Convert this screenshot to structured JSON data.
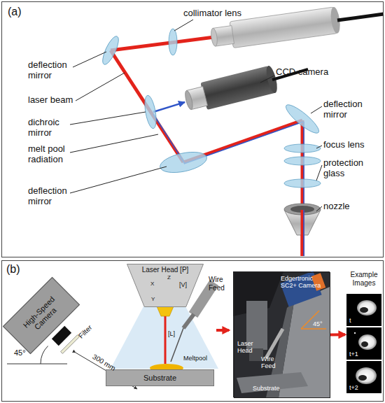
{
  "diagram": {
    "nodes": [
      {
        "text": [
          "(a)"
        ]
      },
      {
        "text": [
          "(b)"
        ]
      },
      {
        "text": [
          "High-Speed Camera"
        ],
        "in": 1
      },
      {
        "text": [
          "Laser Head [P]"
        ],
        "in": 1
      },
      {
        "text": [
          "Substrate"
        ],
        "in": 1
      },
      {
        "text": [
          "Edgertronic SC2+ Camera",
          "Laser Head",
          "Wire Feed",
          "Substrate",
          "45°"
        ],
        "in": 1
      },
      {
        "text": [
          "Example Images",
          "t",
          "t+1",
          "t+2"
        ],
        "in": 1
      }
    ],
    "edges": [
      {
        "from": 5,
        "to": 6,
        "arrow": "to"
      }
    ],
    "labels": [
      "collimator lens",
      "deflection mirror",
      "laser beam",
      "dichroic mirror",
      "melt pool radiation",
      "deflection mirror",
      "CCD camera",
      "deflection mirror",
      "focus lens",
      "protection glass",
      "nozzle",
      "Filter",
      "45°",
      "300 mm",
      "Z",
      "X",
      "Y",
      "[V]",
      "Wire Feed",
      "[L]",
      "Meltpool"
    ]
  }
}
